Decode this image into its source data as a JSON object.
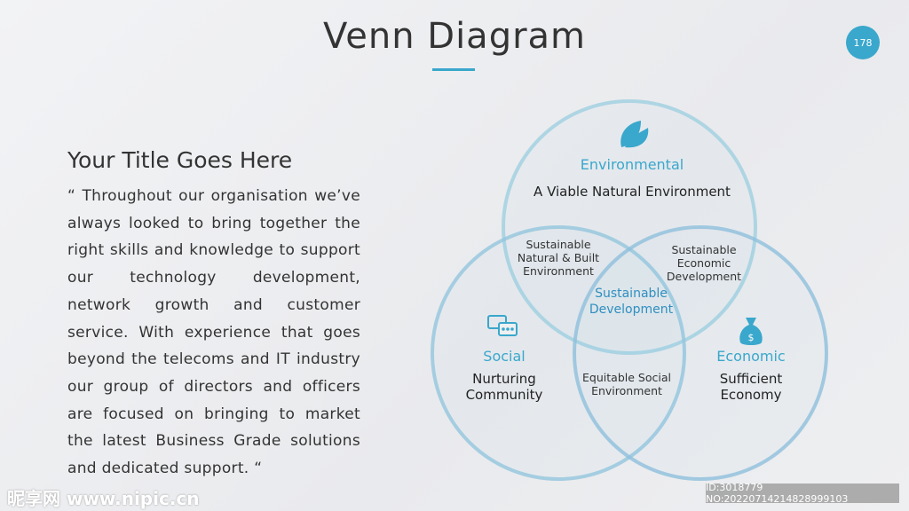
{
  "header": {
    "title": "Venn Diagram",
    "page_number": "178"
  },
  "left": {
    "title": "Your Title Goes Here",
    "body": "“ Throughout our organisation we’ve always looked to bring together the right skills and knowledge to support our technology development, network growth and customer service. With experience that goes beyond the telecoms and IT industry our group of directors and officers are focused on bringing to market the latest Business Grade solutions and dedicated support. “"
  },
  "venn": {
    "environmental": {
      "icon": "leaf-icon",
      "label": "Environmental",
      "desc": "A Viable Natural Environment"
    },
    "social": {
      "icon": "chat-icon",
      "label": "Social",
      "desc_line1": "Nurturing",
      "desc_line2": "Community"
    },
    "economic": {
      "icon": "money-bag-icon",
      "label": "Economic",
      "desc_line1": "Sufficient",
      "desc_line2": "Economy"
    },
    "env_social": [
      "Sustainable",
      "Natural & Built",
      "Environment"
    ],
    "env_econ": [
      "Sustainable",
      "Economic",
      "Development"
    ],
    "social_econ": [
      "Equitable Social",
      "Environment"
    ],
    "center": [
      "Sustainable",
      "Development"
    ],
    "colors": {
      "accent": "#3aa7cc",
      "circle": "#8cc4da"
    }
  },
  "watermark": {
    "site": "昵享网 www.nipic.cn",
    "id": "ID:3018779 NO:20220714214828999103"
  }
}
